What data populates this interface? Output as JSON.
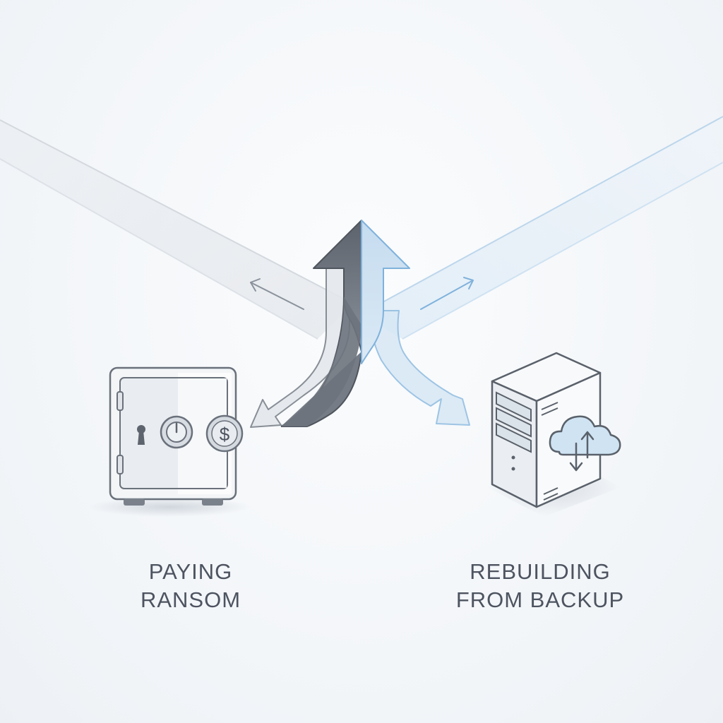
{
  "options": [
    {
      "id": "left",
      "caption_lines": [
        "PAYING",
        "RANSOM"
      ],
      "icon": "safe-icon",
      "badge_icon": "dollar-coin-icon",
      "badge_symbol": "$",
      "arrow_color": "#6f757e"
    },
    {
      "id": "right",
      "caption_lines": [
        "REBUILDING",
        "FROM BACKUP"
      ],
      "icon": "server-icon",
      "badge_icon": "cloud-sync-icon",
      "arrow_color": "#a9cbe6"
    }
  ],
  "colors": {
    "ink": "#4d5460",
    "grey_arrow": "#6f757e",
    "blue_arrow": "#a9cbe6",
    "blue_stroke": "#7fb2dc"
  }
}
